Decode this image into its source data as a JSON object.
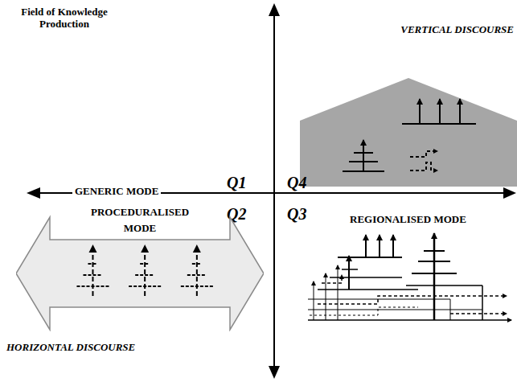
{
  "diagram": {
    "nodes": [
      {
        "text": [
          "PROCEDURALISED MODE"
        ]
      }
    ],
    "labels": [
      "Field of Knowledge Production",
      "VERTICAL DISCOURSE",
      "GENERIC MODE",
      "Q1",
      "Q4",
      "Q2",
      "Q3",
      "REGIONALISED MODE",
      "HORIZONTAL DISCOURSE"
    ]
  }
}
